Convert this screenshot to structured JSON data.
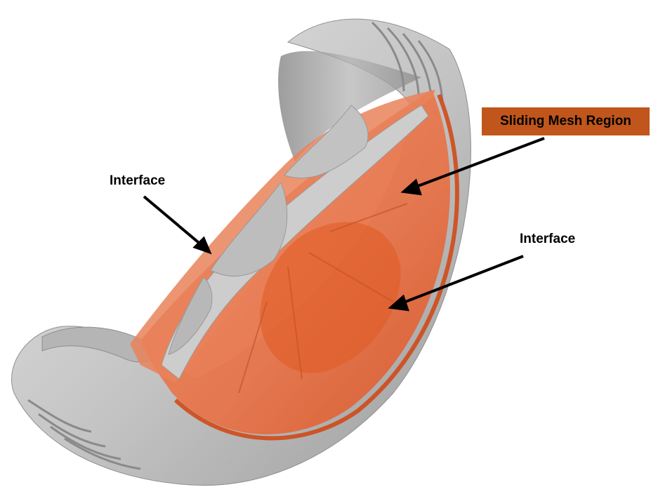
{
  "labels": {
    "sliding_mesh_region": "Sliding Mesh Region",
    "interface_left": "Interface",
    "interface_right": "Interface"
  },
  "colors": {
    "sliding_label_bg": "#c0561b",
    "orange_region": "#e8704a",
    "orange_deep": "#e0541f",
    "gray_surface": "#c9c9c9",
    "gray_dark": "#9a9a9a",
    "arrow": "#000000"
  }
}
